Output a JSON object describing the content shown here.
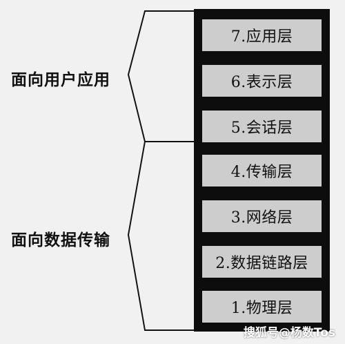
{
  "layers": [
    {
      "label": "7.应用层"
    },
    {
      "label": "6.表示层"
    },
    {
      "label": "5.会话层"
    },
    {
      "label": "4.传输层"
    },
    {
      "label": "3.网络层"
    },
    {
      "label": "2.数据链路层"
    },
    {
      "label": "1.物理层"
    }
  ],
  "groups": {
    "upper": "面向用户应用",
    "lower": "面向数据传输"
  },
  "watermark": "搜狐号@杨数Tos"
}
